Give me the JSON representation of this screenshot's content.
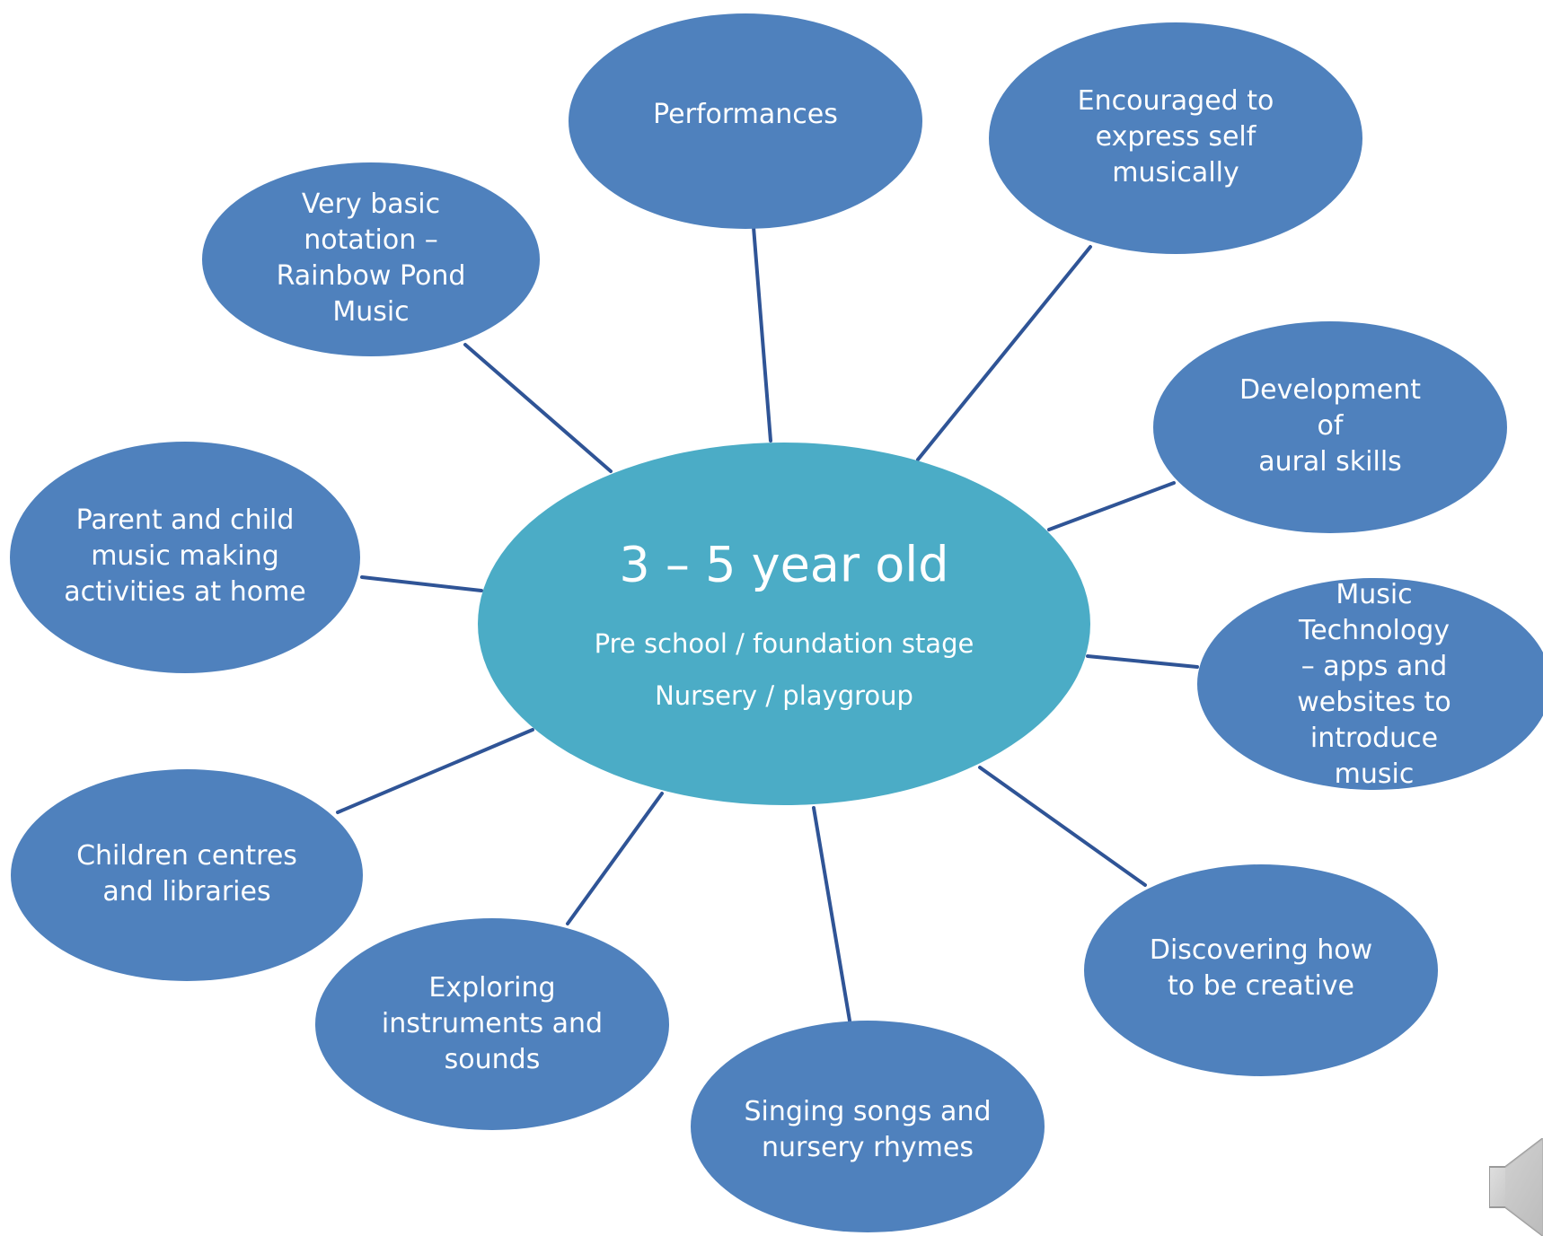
{
  "center": {
    "title": "3 – 5 year old",
    "line1": "Pre school / foundation stage",
    "line2": "Nursery / playgroup"
  },
  "nodes": [
    {
      "id": "performances",
      "label": "Performances"
    },
    {
      "id": "express-self",
      "label": "Encouraged to\nexpress self\nmusically"
    },
    {
      "id": "aural-skills",
      "label": "Development of\naural skills"
    },
    {
      "id": "music-technology",
      "label": "Music Technology\n– apps and\nwebsites to\nintroduce music"
    },
    {
      "id": "discovering-creative",
      "label": "Discovering how\nto be creative"
    },
    {
      "id": "singing-songs",
      "label": "Singing songs and\nnursery rhymes"
    },
    {
      "id": "exploring-instruments",
      "label": "Exploring\ninstruments and\nsounds"
    },
    {
      "id": "children-centres",
      "label": "Children centres\nand libraries"
    },
    {
      "id": "parent-child",
      "label": "Parent and child\nmusic making\nactivities at home"
    },
    {
      "id": "basic-notation",
      "label": "Very basic\nnotation –\nRainbow Pond\nMusic"
    }
  ],
  "colors": {
    "node": "#4f81bd",
    "center": "#4bacc6",
    "connector": "#2f5496",
    "text": "#ffffff"
  },
  "icons": {
    "corner": "speaker-icon"
  }
}
